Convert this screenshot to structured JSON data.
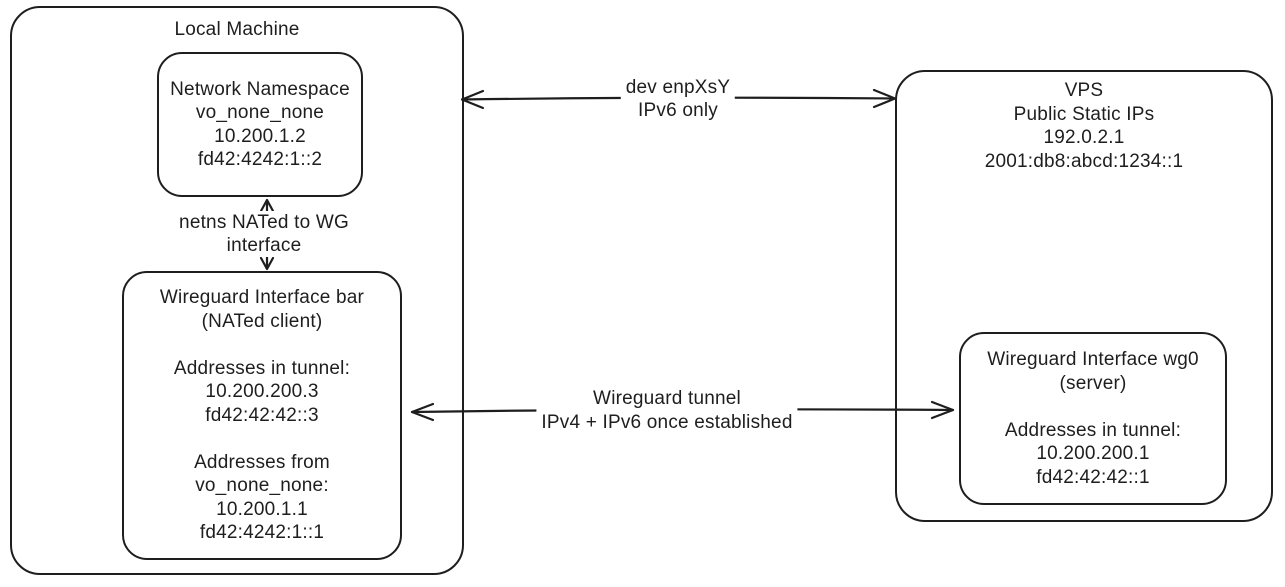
{
  "colors": {
    "stroke": "#1e1e1e",
    "background": "#ffffff"
  },
  "local_machine": {
    "title": "Local Machine",
    "network_namespace": {
      "lines": [
        "Network Namespace",
        "vo_none_none",
        "10.200.1.2",
        "fd42:4242:1::2"
      ]
    },
    "wireguard_bar": {
      "lines": [
        "Wireguard Interface bar",
        "(NATed client)",
        "",
        "Addresses in tunnel:",
        "10.200.200.3",
        "fd42:42:42::3",
        "",
        "Addresses from",
        "vo_none_none:",
        "10.200.1.1",
        "fd42:4242:1::1"
      ]
    }
  },
  "vps": {
    "title_lines": [
      "VPS",
      "Public Static IPs",
      "192.0.2.1",
      "2001:db8:abcd:1234::1"
    ],
    "wireguard_wg0": {
      "lines": [
        "Wireguard Interface wg0",
        "(server)",
        "",
        "Addresses in tunnel:",
        "10.200.200.1",
        "fd42:42:42::1"
      ]
    }
  },
  "labels": {
    "top_arrow": [
      "dev enpXsY",
      "IPv6 only"
    ],
    "bottom_arrow": [
      "Wireguard tunnel",
      "IPv4 + IPv6 once established"
    ],
    "netns_arrow": [
      "netns NATed to WG",
      "interface"
    ]
  }
}
